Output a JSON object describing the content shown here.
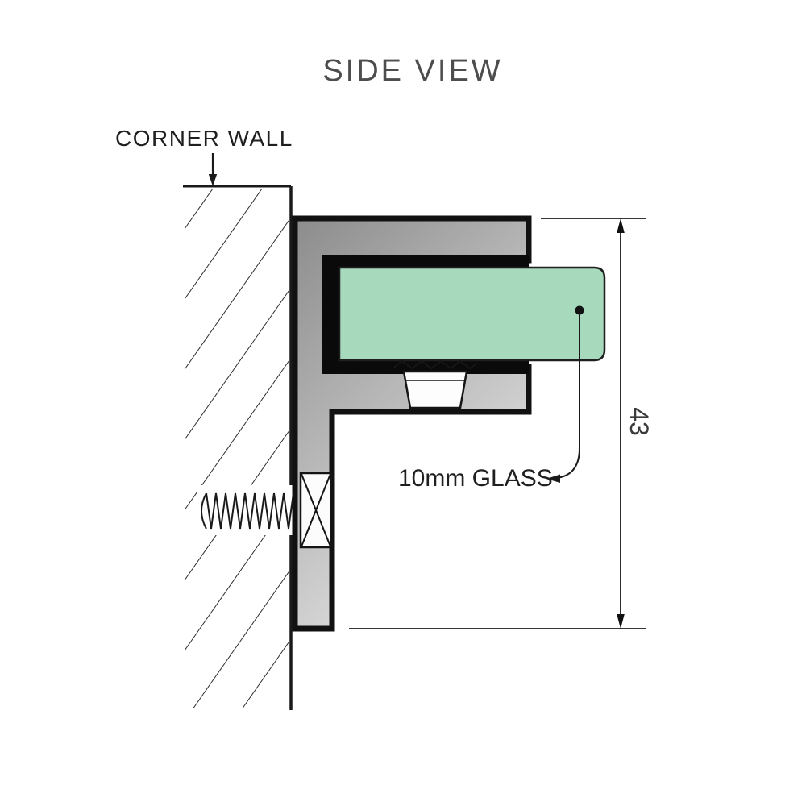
{
  "title": "SIDE VIEW",
  "wall": {
    "label": "CORNER WALL"
  },
  "glass": {
    "label": "10mm GLASS"
  },
  "dimension": {
    "value": "43"
  },
  "colors": {
    "line": "#1a1a1a",
    "text_title": "#4d4d4d",
    "text_label": "#1f1f1f",
    "text_dim": "#3a3a3a",
    "bracket_dark": "#8c8c8c",
    "bracket_light": "#e4e4e4",
    "channel": "#0a0a0a",
    "glass_fill": "#a7d9bd",
    "glass_stroke": "#1f1f1f"
  }
}
